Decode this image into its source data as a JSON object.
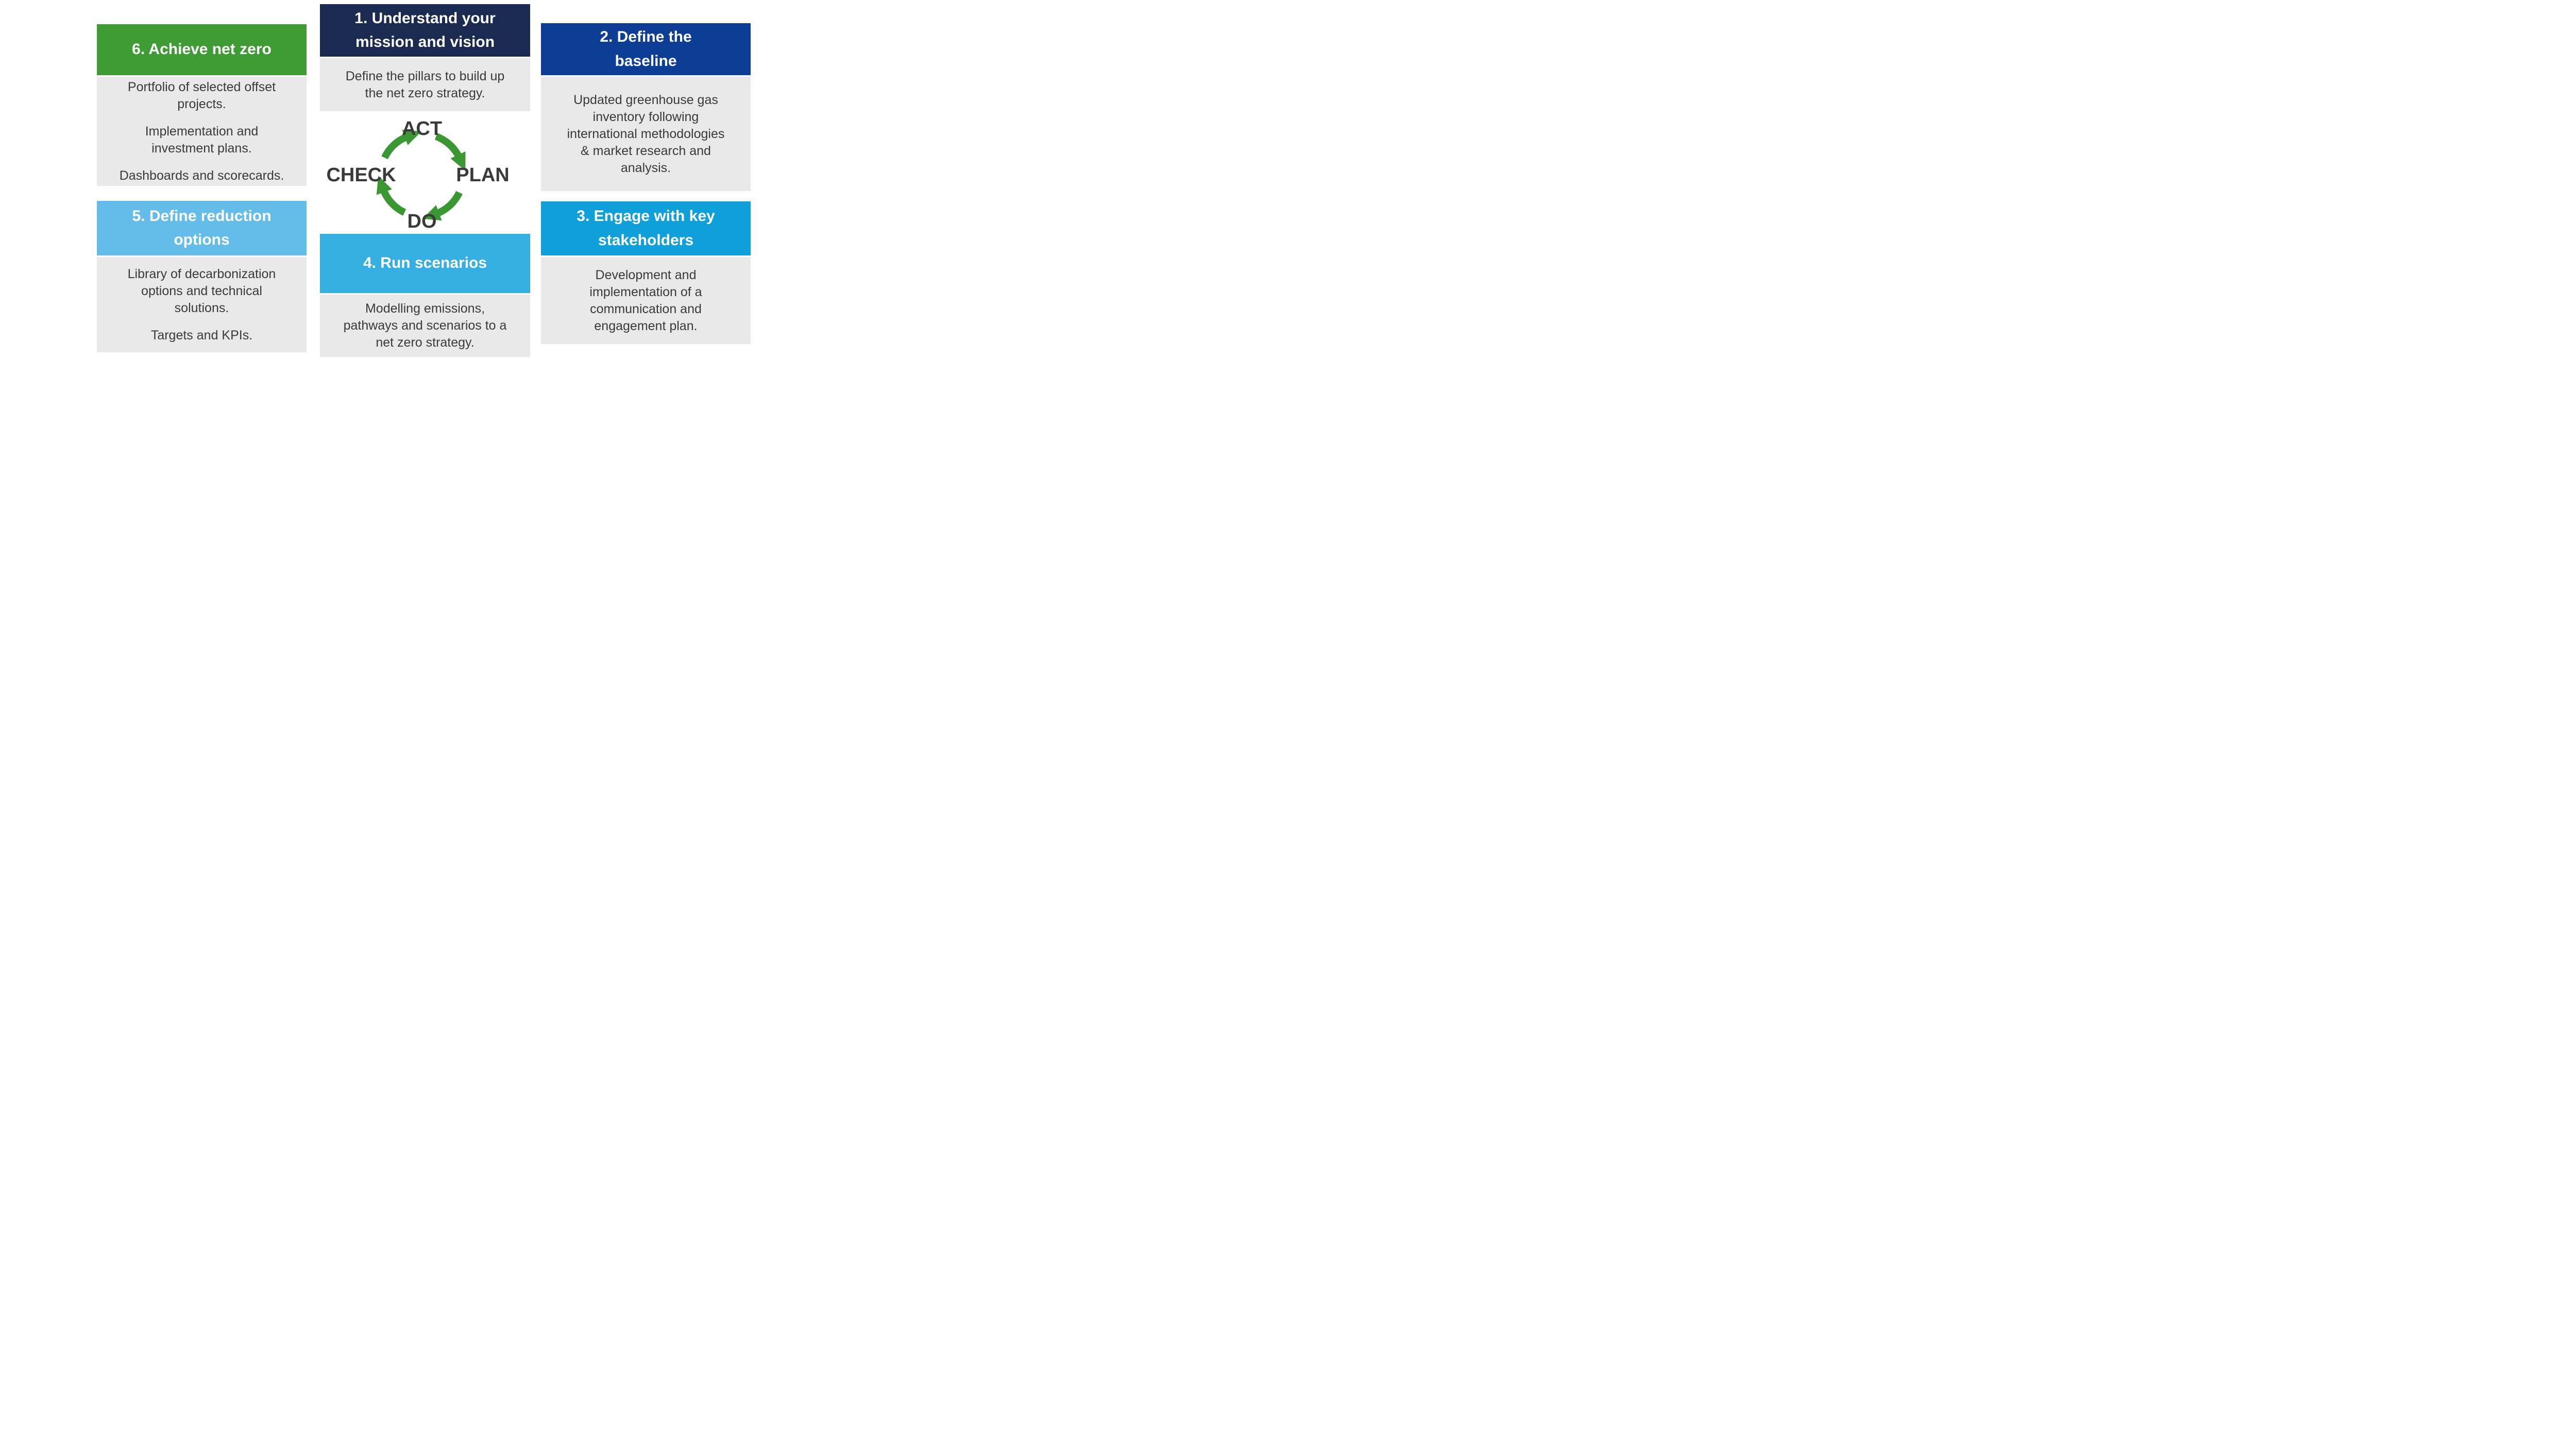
{
  "colors": {
    "step1_header": "#1B2A50",
    "step2_header": "#0D3D94",
    "step3_header": "#0FA0DA",
    "step4_header": "#35AFE1",
    "step5_header": "#63BDE8",
    "step6_header": "#3F9C35",
    "body_background": "#E9E9E9",
    "body_text": "#3A3A3A",
    "header_text": "#FFFFFF",
    "cycle_arrow_green": "#3A9732",
    "cycle_label_text": "#3A3A3A"
  },
  "steps": {
    "step1": {
      "title_lines": [
        "1. Understand your",
        "mission and vision"
      ],
      "paragraphs": [
        [
          "Define the pillars to build up",
          "the net zero strategy."
        ]
      ]
    },
    "step2": {
      "title_lines": [
        "2. Define the",
        "baseline"
      ],
      "paragraphs": [
        [
          "Updated greenhouse gas",
          "inventory following",
          "international methodologies",
          "& market research and",
          "analysis."
        ]
      ]
    },
    "step3": {
      "title_lines": [
        "3. Engage with key",
        "stakeholders"
      ],
      "paragraphs": [
        [
          "Development and",
          "implementation of a",
          "communication and",
          "engagement plan."
        ]
      ]
    },
    "step4": {
      "title_lines": [
        "4. Run scenarios"
      ],
      "paragraphs": [
        [
          "Modelling emissions,",
          "pathways and scenarios to a",
          "net zero strategy."
        ]
      ]
    },
    "step5": {
      "title_lines": [
        "5. Define reduction",
        "options"
      ],
      "paragraphs": [
        [
          "Library of decarbonization",
          "options and technical",
          "solutions."
        ],
        [
          "Targets and KPIs."
        ]
      ]
    },
    "step6": {
      "title_lines": [
        "6. Achieve net zero"
      ],
      "paragraphs": [
        [
          "Portfolio of selected offset",
          "projects."
        ],
        [
          "Implementation and",
          "investment plans."
        ],
        [
          "Dashboards and scorecards."
        ]
      ]
    }
  },
  "cycle": {
    "act": "ACT",
    "plan": "PLAN",
    "do": "DO",
    "check": "CHECK"
  }
}
